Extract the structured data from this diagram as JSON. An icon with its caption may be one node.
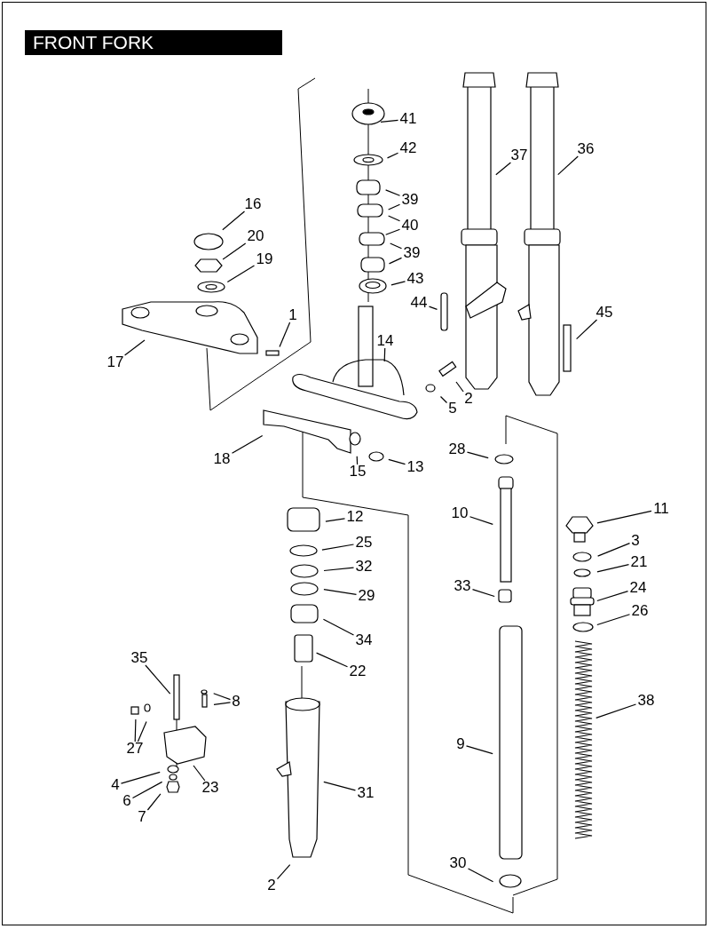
{
  "diagram": {
    "title": "FRONT FORK",
    "nodes": [
      {
        "text": [
          "41"
        ]
      },
      {
        "text": [
          "42"
        ]
      },
      {
        "text": [
          "37"
        ]
      },
      {
        "text": [
          "36"
        ]
      },
      {
        "text": [
          "16"
        ]
      },
      {
        "text": [
          "39"
        ]
      },
      {
        "text": [
          "40"
        ]
      },
      {
        "text": [
          "20"
        ]
      },
      {
        "text": [
          "39"
        ]
      },
      {
        "text": [
          "19"
        ]
      },
      {
        "text": [
          "43"
        ]
      },
      {
        "text": [
          "44"
        ]
      },
      {
        "text": [
          "45"
        ]
      },
      {
        "text": [
          "1"
        ]
      },
      {
        "text": [
          "14"
        ]
      },
      {
        "text": [
          "17"
        ]
      },
      {
        "text": [
          "2"
        ]
      },
      {
        "text": [
          "5"
        ]
      },
      {
        "text": [
          "18"
        ]
      },
      {
        "text": [
          "28"
        ]
      },
      {
        "text": [
          "13"
        ]
      },
      {
        "text": [
          "15"
        ]
      },
      {
        "text": [
          "11"
        ]
      },
      {
        "text": [
          "10"
        ]
      },
      {
        "text": [
          "12"
        ]
      },
      {
        "text": [
          "3"
        ]
      },
      {
        "text": [
          "25"
        ]
      },
      {
        "text": [
          "21"
        ]
      },
      {
        "text": [
          "32"
        ]
      },
      {
        "text": [
          "33"
        ]
      },
      {
        "text": [
          "24"
        ]
      },
      {
        "text": [
          "29"
        ]
      },
      {
        "text": [
          "26"
        ]
      },
      {
        "text": [
          "34"
        ]
      },
      {
        "text": [
          "35"
        ]
      },
      {
        "text": [
          "22"
        ]
      },
      {
        "text": [
          "8"
        ]
      },
      {
        "text": [
          "38"
        ]
      },
      {
        "text": [
          "27"
        ]
      },
      {
        "text": [
          "9"
        ]
      },
      {
        "text": [
          "23"
        ]
      },
      {
        "text": [
          "31"
        ]
      },
      {
        "text": [
          "4"
        ]
      },
      {
        "text": [
          "6"
        ]
      },
      {
        "text": [
          "7"
        ]
      },
      {
        "text": [
          "30"
        ]
      },
      {
        "text": [
          "2"
        ]
      }
    ],
    "edges": [
      {
        "from": 0,
        "to": null,
        "arrow": "none"
      },
      {
        "from": 1,
        "to": null,
        "arrow": "none"
      },
      {
        "from": 2,
        "to": null,
        "arrow": "none"
      },
      {
        "from": 3,
        "to": null,
        "arrow": "none"
      },
      {
        "from": 4,
        "to": null,
        "arrow": "none"
      },
      {
        "from": 5,
        "to": null,
        "arrow": "none"
      },
      {
        "from": 5,
        "to": null,
        "arrow": "none"
      },
      {
        "from": 6,
        "to": null,
        "arrow": "none"
      },
      {
        "from": 6,
        "to": null,
        "arrow": "none"
      },
      {
        "from": 7,
        "to": null,
        "arrow": "none"
      },
      {
        "from": 8,
        "to": null,
        "arrow": "none"
      },
      {
        "from": 8,
        "to": null,
        "arrow": "none"
      },
      {
        "from": 9,
        "to": null,
        "arrow": "none"
      },
      {
        "from": 10,
        "to": null,
        "arrow": "none"
      },
      {
        "from": 11,
        "to": null,
        "arrow": "none"
      },
      {
        "from": 12,
        "to": null,
        "arrow": "none"
      },
      {
        "from": 13,
        "to": null,
        "arrow": "none"
      },
      {
        "from": 14,
        "to": null,
        "arrow": "none"
      },
      {
        "from": 15,
        "to": null,
        "arrow": "none"
      },
      {
        "from": 16,
        "to": null,
        "arrow": "none"
      },
      {
        "from": 17,
        "to": null,
        "arrow": "none"
      },
      {
        "from": 18,
        "to": null,
        "arrow": "none"
      },
      {
        "from": 19,
        "to": null,
        "arrow": "none"
      },
      {
        "from": 20,
        "to": null,
        "arrow": "none"
      },
      {
        "from": 21,
        "to": null,
        "arrow": "none"
      },
      {
        "from": 22,
        "to": null,
        "arrow": "none"
      },
      {
        "from": 23,
        "to": null,
        "arrow": "none"
      },
      {
        "from": 24,
        "to": null,
        "arrow": "none"
      },
      {
        "from": 25,
        "to": null,
        "arrow": "none"
      },
      {
        "from": 26,
        "to": null,
        "arrow": "none"
      },
      {
        "from": 27,
        "to": null,
        "arrow": "none"
      },
      {
        "from": 28,
        "to": null,
        "arrow": "none"
      },
      {
        "from": 29,
        "to": null,
        "arrow": "none"
      },
      {
        "from": 30,
        "to": null,
        "arrow": "none"
      },
      {
        "from": 31,
        "to": null,
        "arrow": "none"
      },
      {
        "from": 32,
        "to": null,
        "arrow": "none"
      },
      {
        "from": 33,
        "to": null,
        "arrow": "none"
      },
      {
        "from": 34,
        "to": null,
        "arrow": "none"
      },
      {
        "from": 35,
        "to": null,
        "arrow": "none"
      },
      {
        "from": 36,
        "to": null,
        "arrow": "none"
      },
      {
        "from": 36,
        "to": null,
        "arrow": "none"
      },
      {
        "from": 37,
        "to": null,
        "arrow": "none"
      },
      {
        "from": 38,
        "to": null,
        "arrow": "none"
      },
      {
        "from": 38,
        "to": null,
        "arrow": "none"
      },
      {
        "from": 39,
        "to": null,
        "arrow": "none"
      },
      {
        "from": 40,
        "to": null,
        "arrow": "none"
      },
      {
        "from": 41,
        "to": null,
        "arrow": "none"
      },
      {
        "from": 42,
        "to": null,
        "arrow": "none"
      },
      {
        "from": 43,
        "to": null,
        "arrow": "none"
      },
      {
        "from": 44,
        "to": null,
        "arrow": "none"
      },
      {
        "from": 45,
        "to": null,
        "arrow": "none"
      },
      {
        "from": 46,
        "to": null,
        "arrow": "none"
      }
    ]
  }
}
